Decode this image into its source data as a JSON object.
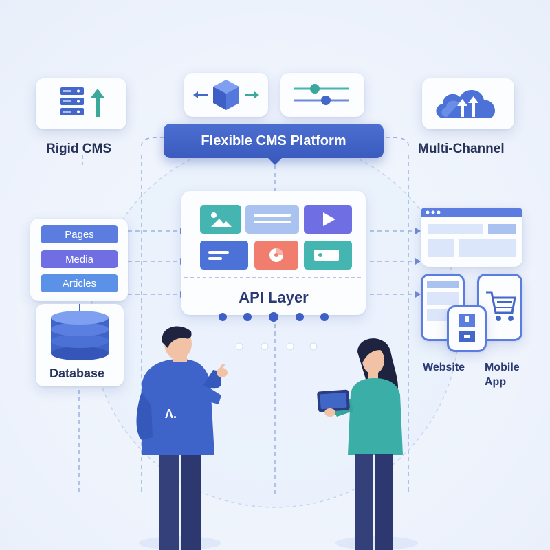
{
  "header": {
    "title": "Flexible CMS Platform"
  },
  "left": {
    "rigid_label": "Rigid CMS",
    "content_types": [
      "Pages",
      "Media",
      "Articles"
    ],
    "database_label": "Database"
  },
  "center": {
    "api_label": "API Layer"
  },
  "right": {
    "multichannel_label": "Multi-Channel",
    "website_label": "Website",
    "mobile_label": "Mobile App"
  },
  "icons": {
    "rigid": "server-stack-upload-icon",
    "flexible": "cube-arrows-icon",
    "settings": "sliders-icon",
    "cloud": "cloud-upload-icon",
    "cart": "shopping-cart-icon"
  },
  "colors": {
    "primary": "#4b6fd0",
    "pill_blue": "#5b7de0",
    "teal": "#45b5b1",
    "coral": "#f07d6e",
    "purple": "#6f6fe3",
    "text": "#27335a"
  }
}
